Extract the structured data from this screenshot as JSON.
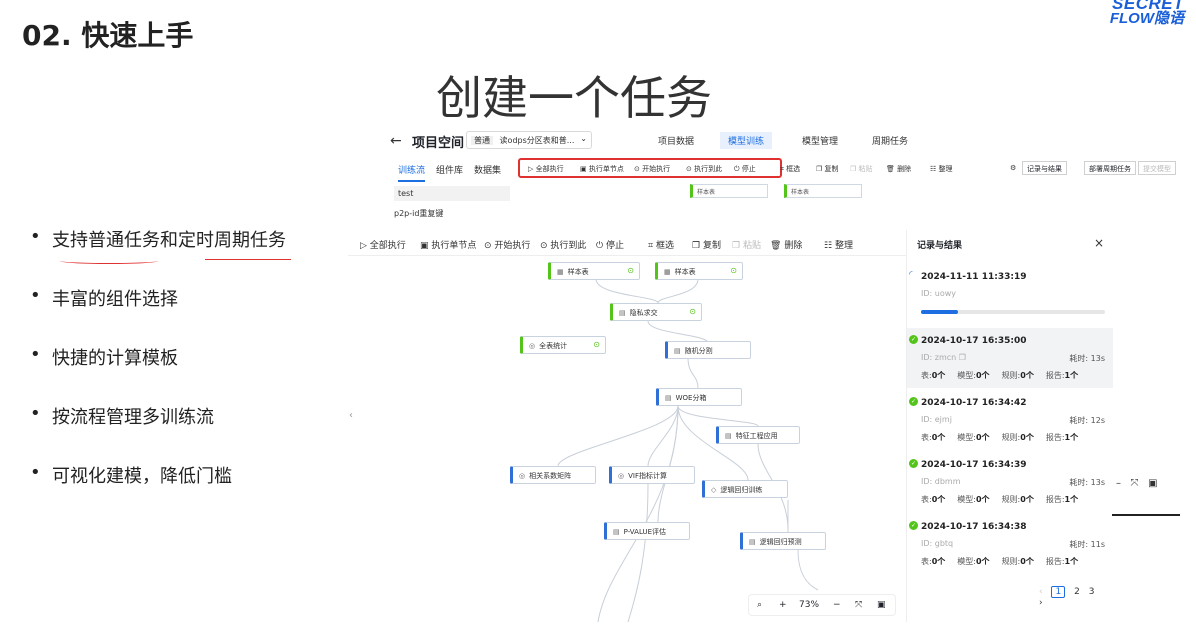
{
  "slide": {
    "title": "02. 快速上手",
    "heading": "创建一个任务",
    "logo_line1": "SECRET",
    "logo_line2": "FLOW隐语",
    "bullets": [
      "支持普通任务和定时周期任务",
      "丰富的组件选择",
      "快捷的计算模板",
      "按流程管理多训练流",
      "可视化建模，降低门槛"
    ]
  },
  "bg_app": {
    "back": "←",
    "title": "项目空间",
    "project_tag": "普通",
    "project_name": "读odps分区表和普...",
    "top_tabs": [
      "项目数据",
      "模型训练",
      "模型管理",
      "周期任务"
    ],
    "side_tabs": [
      "训练流",
      "组件库",
      "数据集"
    ],
    "toolbar": [
      "全部执行",
      "执行单节点",
      "开始执行",
      "执行到此",
      "停止",
      "框选",
      "复制",
      "粘贴",
      "删除",
      "整理"
    ],
    "right_buttons": [
      "记录与结果",
      "部署周期任务",
      "提交模型"
    ],
    "list": [
      "test",
      "p2p-id重复键"
    ],
    "mini_nodes": [
      "样本表",
      "样本表"
    ]
  },
  "canvas": {
    "toolbar": [
      "全部执行",
      "执行单节点",
      "开始执行",
      "执行到此",
      "停止",
      "框选",
      "复制",
      "粘贴",
      "删除",
      "整理"
    ],
    "nodes": [
      "样本表",
      "样本表",
      "隐私求交",
      "全表统计",
      "随机分割",
      "WOE分箱",
      "特征工程应用",
      "相关系数矩阵",
      "VIF指标计算",
      "逻辑回归训练",
      "P-VALUE评估",
      "逻辑回归预测"
    ],
    "zoom": "73%"
  },
  "panel": {
    "title": "记录与结果",
    "close": "×",
    "progress": 0.2,
    "records": [
      {
        "time": "2024-11-11 11:33:19",
        "id": "ID: uowy",
        "running": true
      },
      {
        "time": "2024-10-17 16:35:00",
        "id": "ID: zmcn",
        "duration": "耗时: 13s",
        "tables": "0个",
        "models": "0个",
        "rules": "0个",
        "reports": "1个"
      },
      {
        "time": "2024-10-17 16:34:42",
        "id": "ID: ejmj",
        "duration": "耗时: 12s",
        "tables": "0个",
        "models": "0个",
        "rules": "0个",
        "reports": "1个"
      },
      {
        "time": "2024-10-17 16:34:39",
        "id": "ID: dbmm",
        "duration": "耗时: 13s",
        "tables": "0个",
        "models": "0个",
        "rules": "0个",
        "reports": "1个"
      },
      {
        "time": "2024-10-17 16:34:38",
        "id": "ID: gbtq",
        "duration": "耗时: 11s",
        "tables": "0个",
        "models": "0个",
        "rules": "0个",
        "reports": "1个"
      }
    ],
    "stat_labels": {
      "tables": "表:",
      "models": "模型:",
      "rules": "规则:",
      "reports": "报告:"
    },
    "pages": [
      "1",
      "2",
      "3"
    ]
  }
}
